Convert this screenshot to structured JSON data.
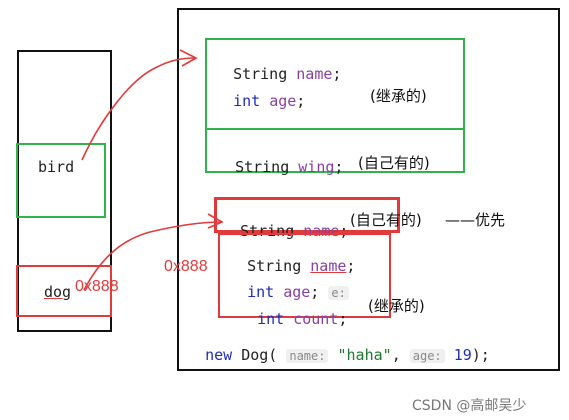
{
  "stack": {
    "bird_label": "bird",
    "dog_label": "dog",
    "dog_address": "0x888"
  },
  "heap": {
    "bird_inherited": {
      "line1_type": "String",
      "line1_field": "name",
      "line2_type": "int",
      "line2_field": "age",
      "note": "(继承的)"
    },
    "bird_own": {
      "type": "String",
      "field": "wing",
      "note": "(自己有的)"
    },
    "dog": {
      "own_type": "String",
      "own_field": "name",
      "own_note": "(自己有的)",
      "priority_note": "——优先",
      "address": "0x888",
      "inh_line1_type": "String",
      "inh_line1_field": "name",
      "inh_line2_type": "int",
      "inh_line2_field": "age",
      "inh_line2_hint": "e:",
      "inh_line3_type": "int",
      "inh_line3_field": "count",
      "inh_note": "(继承的)"
    },
    "new_line": {
      "keyword": "new",
      "class": "Dog(",
      "hint_name": "name:",
      "arg_name": "\"haha\"",
      "comma": ",",
      "hint_age": "age:",
      "arg_age": "19",
      "end": ");"
    }
  },
  "watermark": "CSDN @高邮吴少",
  "colors": {
    "green": "#2fb34a",
    "red": "#e23a3a",
    "black": "#111111"
  }
}
